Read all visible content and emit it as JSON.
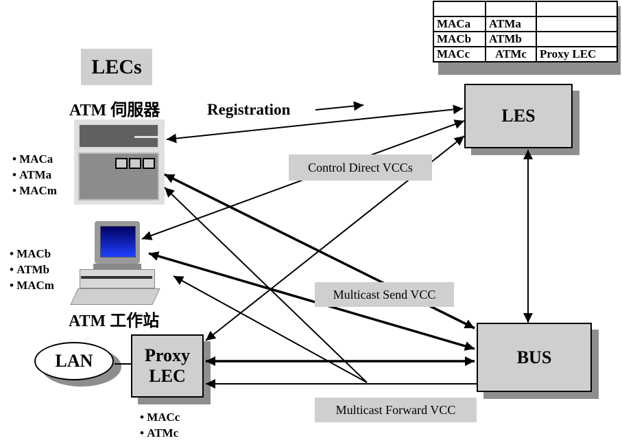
{
  "mapping_table": {
    "header_row": [
      "",
      "",
      ""
    ],
    "rows": [
      [
        "MACa",
        "ATMa",
        ""
      ],
      [
        "MACb",
        "ATMb",
        ""
      ],
      [
        "MACc",
        "ATMc",
        "Proxy LEC"
      ]
    ]
  },
  "lecs_label": "LECs",
  "server": {
    "title": "ATM 伺服器",
    "bullets": [
      "MACa",
      "ATMa",
      "MACm"
    ]
  },
  "workstation": {
    "title": "ATM 工作站",
    "bullets": [
      "MACb",
      "ATMb",
      "MACm"
    ]
  },
  "proxy": {
    "label_line1": "Proxy",
    "label_line2": "LEC",
    "bullets": [
      "MACc",
      "ATMc"
    ]
  },
  "lan_label": "LAN",
  "les_label": "LES",
  "bus_label": "BUS",
  "registration_label": "Registration",
  "control_direct_label": "Control Direct VCCs",
  "multicast_send_label": "Multicast Send VCC",
  "multicast_forward_label": "Multicast Forward VCC",
  "colors": {
    "box_fill": "#cfcfcf",
    "shadow": "#8e8e8e",
    "screen_top": "#000060",
    "screen_bottom": "#2040ff"
  }
}
